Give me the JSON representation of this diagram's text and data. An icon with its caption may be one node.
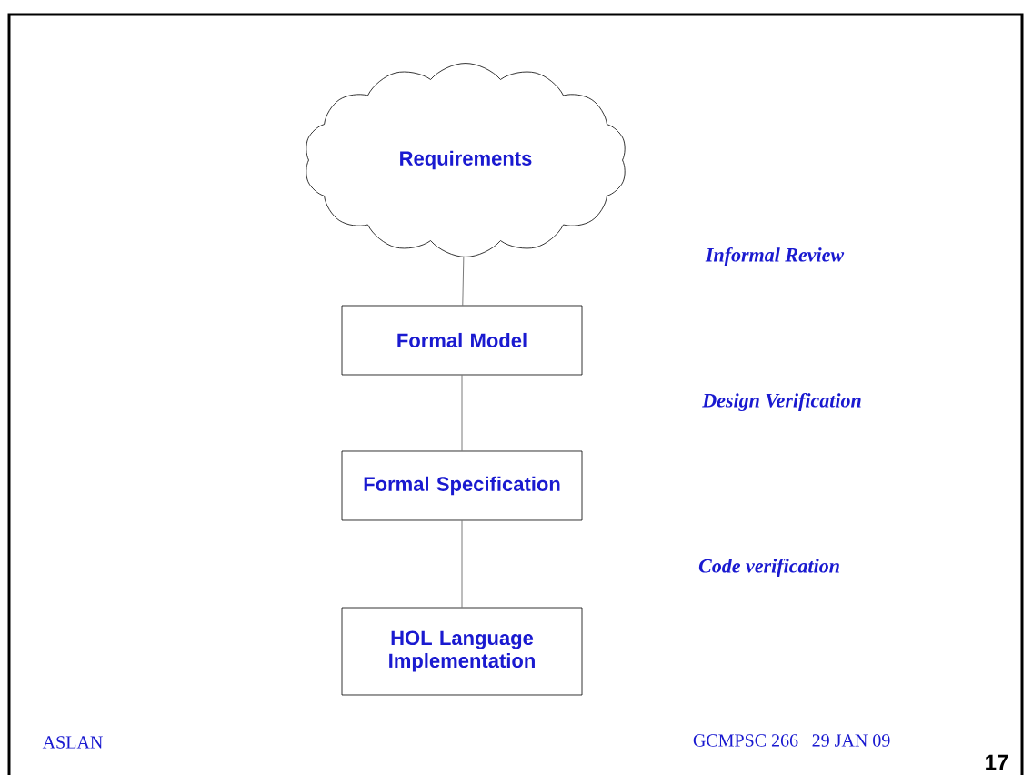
{
  "diagram": {
    "nodes": [
      {
        "text": [
          "Requirements"
        ]
      },
      {
        "text": [
          "Formal Model"
        ]
      },
      {
        "text": [
          "Formal Specification"
        ]
      },
      {
        "text": [
          "HOL Language Implementation"
        ]
      }
    ],
    "edges": [
      {
        "from": 0,
        "to": 1,
        "arrow": "none"
      },
      {
        "from": 1,
        "to": 2,
        "arrow": "none"
      },
      {
        "from": 2,
        "to": 3,
        "arrow": "none"
      }
    ],
    "labels": [
      "Informal Review",
      "Design Verification",
      "Code verification",
      "ASLAN",
      "GCMPSC 266",
      "29 JAN 09",
      "17"
    ]
  }
}
